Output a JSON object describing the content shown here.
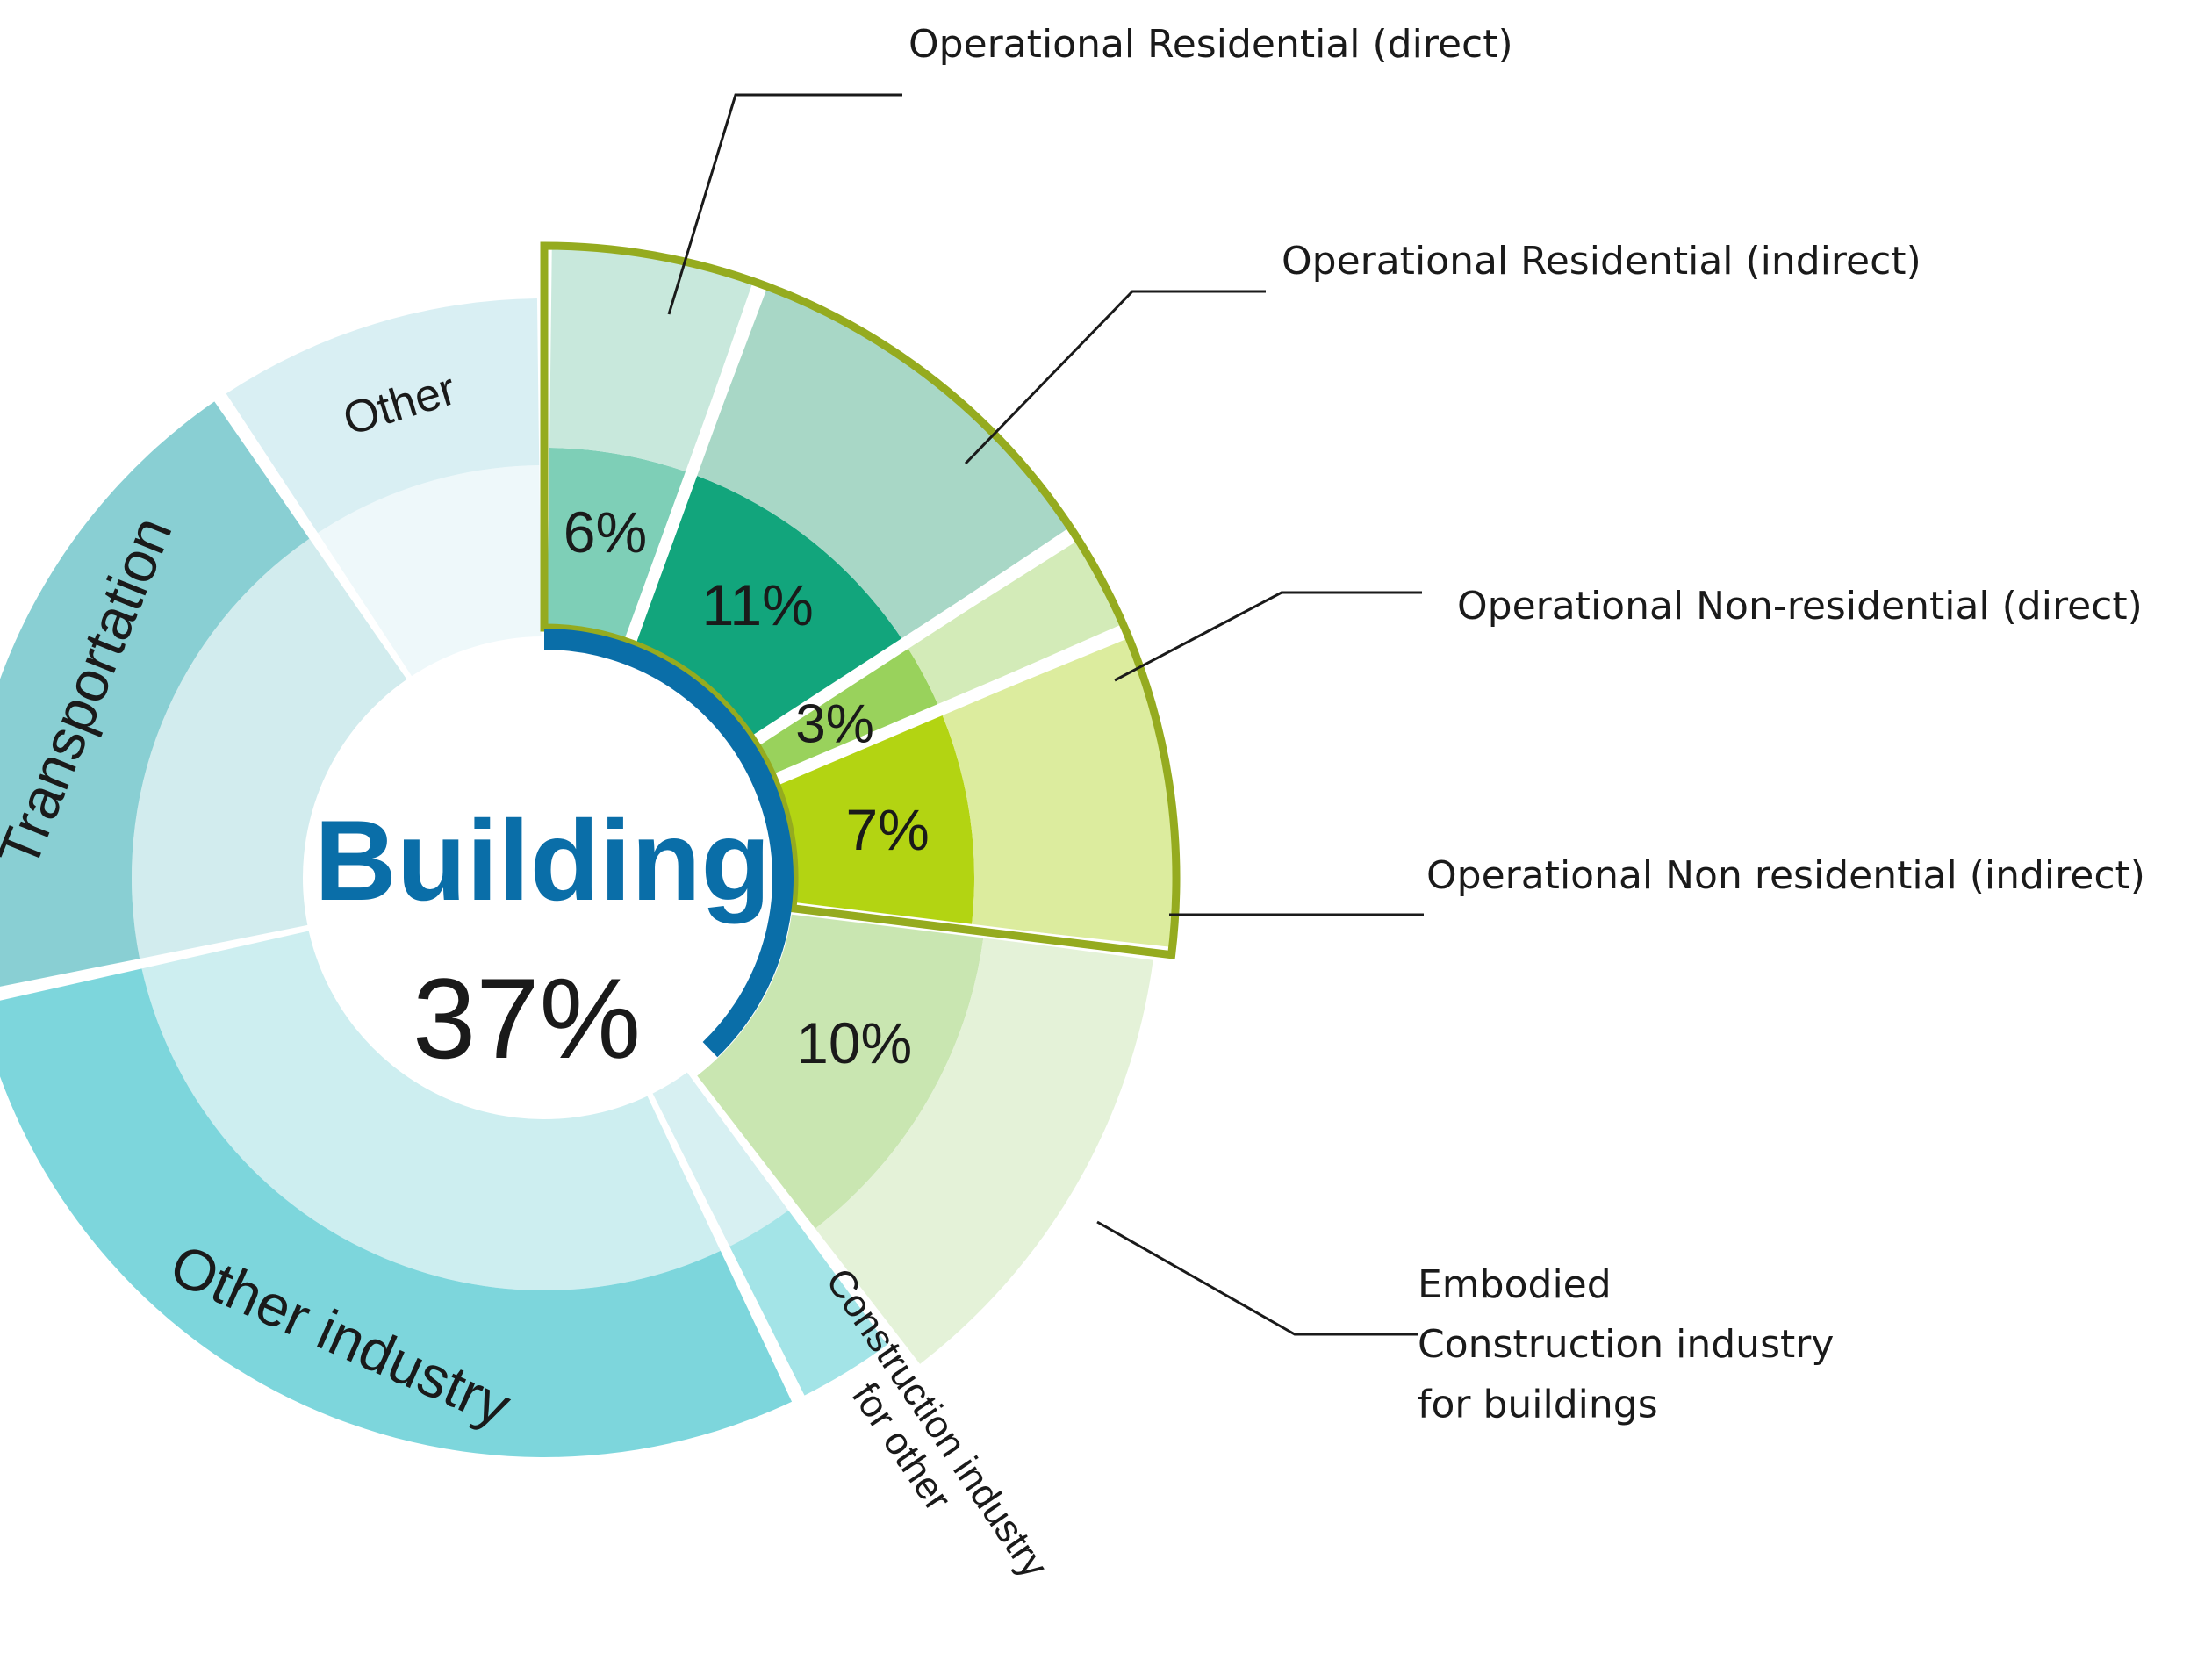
{
  "chart_data": {
    "type": "pie",
    "center_title": "Building",
    "center_value": "37%",
    "colors": {
      "highlight_border": "#95ab1f",
      "blue_arc": "#0a6ea8",
      "title": "#0a6ea8"
    },
    "slices": [
      {
        "key": "res_direct",
        "name": "Operational Residential (direct)",
        "value": 6,
        "value_label": "6%",
        "inner_color": "#7ecfb7",
        "outer_color": "#c8e8dc",
        "highlighted": true
      },
      {
        "key": "res_indirect",
        "name": "Operational Residential (indirect)",
        "value": 11,
        "value_label": "11%",
        "inner_color": "#12a57c",
        "outer_color": "#a8d7c6",
        "highlighted": true
      },
      {
        "key": "nonres_direct",
        "name": "Operational Non-residential (direct)",
        "value": 3,
        "value_label": "3%",
        "inner_color": "#99d25c",
        "outer_color": "#d3ebb8",
        "highlighted": true
      },
      {
        "key": "nonres_indirect",
        "name": "Operational Non residential (indirect)",
        "value": 7,
        "value_label": "7%",
        "inner_color": "#b3d412",
        "outer_color": "#dcec9e",
        "highlighted": true
      },
      {
        "key": "embodied",
        "name": "Embodied Construction industry for buildings",
        "name_lines": [
          "Embodied",
          "Construction industry",
          "for buildings"
        ],
        "value": 10,
        "value_label": "10%",
        "inner_color": "#c9e6b1",
        "outer_color": "#e4f2d8",
        "highlighted": false
      },
      {
        "key": "constr_other",
        "name": "Construction industry for other",
        "name_lines": [
          "Construction industry",
          "for other"
        ],
        "inner_color": "#d7f0f2",
        "outer_color": "#a3e4e7"
      },
      {
        "key": "other_industry",
        "name": "Other industry",
        "inner_color": "#cdeef0",
        "outer_color": "#7dd6dc"
      },
      {
        "key": "transportation",
        "name": "Transportation",
        "inner_color": "#d2ecee",
        "outer_color": "#89cfd3"
      },
      {
        "key": "other",
        "name": "Other",
        "inner_color": "#eef8fa",
        "outer_color": "#d9eff3"
      }
    ]
  }
}
